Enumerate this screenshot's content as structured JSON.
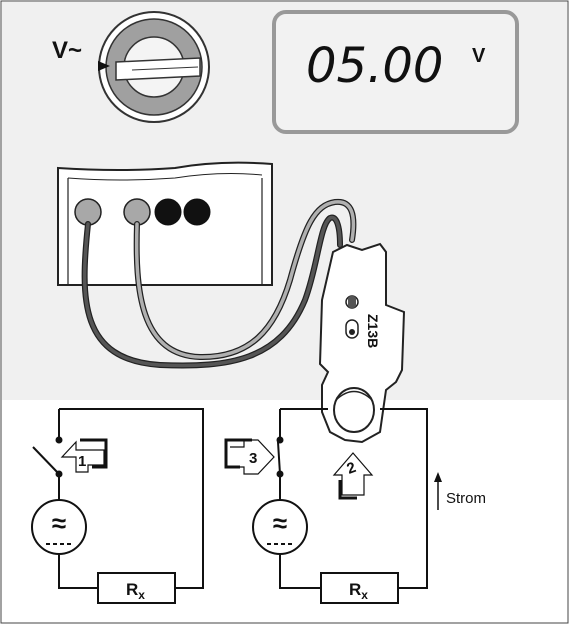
{
  "selector": {
    "mode_label": "V~"
  },
  "display": {
    "reading": "05.00",
    "unit": "V"
  },
  "clamp": {
    "model_label": "Z13B"
  },
  "circuit_left": {
    "step_label": "1",
    "source_symbol": "≈",
    "resistor_label_main": "R",
    "resistor_label_sub": "x"
  },
  "circuit_right": {
    "step_label_close": "3",
    "step_label_clamp": "2",
    "source_symbol": "≈",
    "resistor_label_main": "R",
    "resistor_label_sub": "x",
    "current_label": "Strom"
  },
  "colors": {
    "panel_bg": "#f0f0f0",
    "panel_border": "#999999",
    "probe_light": "#a8a8a8",
    "probe_dark": "#555555",
    "socket_dark": "#111111",
    "dial_gray": "#a0a0a0"
  }
}
